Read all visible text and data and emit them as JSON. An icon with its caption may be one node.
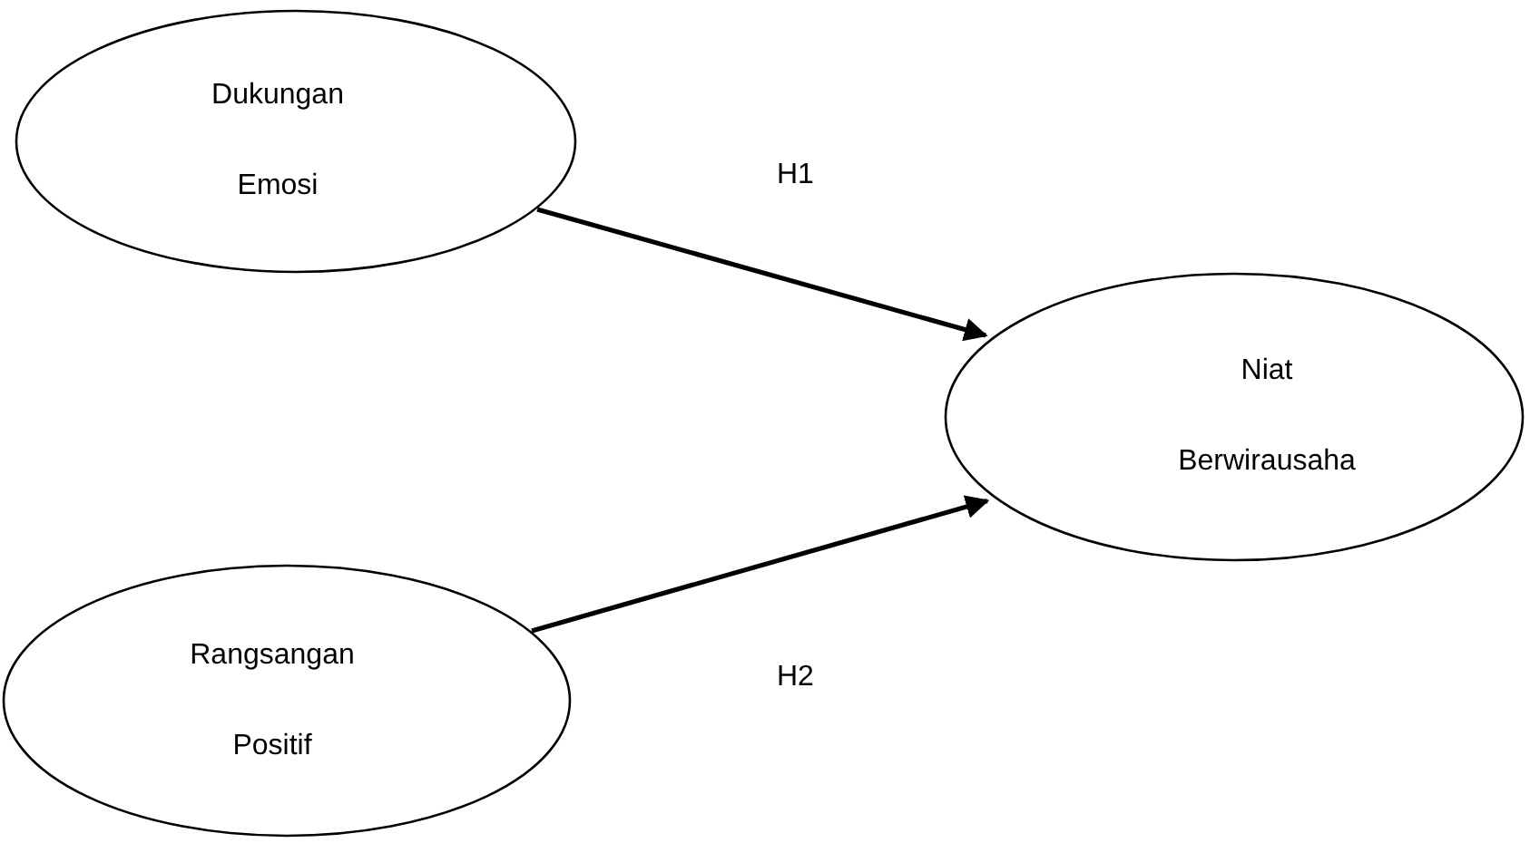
{
  "diagram": {
    "nodes": [
      {
        "text": [
          "Dukungan Emosi"
        ]
      },
      {
        "text": [
          "Rangsangan Positif"
        ]
      },
      {
        "text": [
          "Niat Berwirausaha"
        ]
      }
    ],
    "edges": [
      {
        "from": 0,
        "to": 2,
        "arrow": "to",
        "label": "H1"
      },
      {
        "from": 1,
        "to": 2,
        "arrow": "to",
        "label": "H2"
      }
    ]
  }
}
